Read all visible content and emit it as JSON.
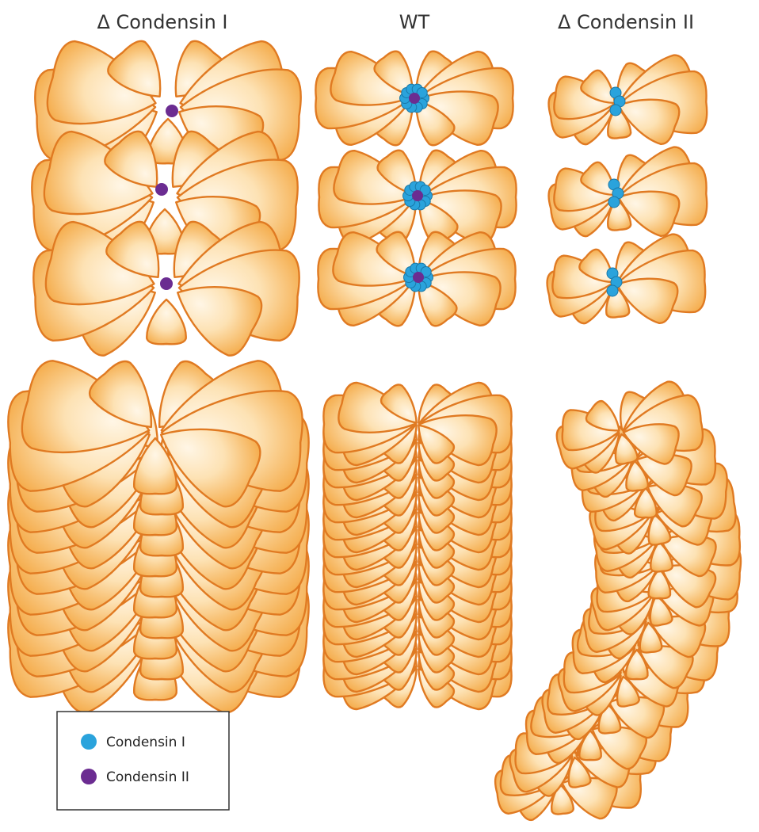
{
  "columns": [
    {
      "id": "delta-condensin-1",
      "title": "Δ Condensin I"
    },
    {
      "id": "wt",
      "title": "WT"
    },
    {
      "id": "delta-condensin-2",
      "title": "Δ Condensin II"
    }
  ],
  "legend": {
    "items": [
      {
        "label": "Condensin I",
        "color": "#2aa3dc"
      },
      {
        "label": "Condensin II",
        "color": "#6b2c91"
      }
    ]
  },
  "colors": {
    "loop_fill_edge": "#f3a33a",
    "loop_fill_center": "#fff6e6",
    "loop_stroke": "#e07a22",
    "condensin_1": "#2aa3dc",
    "condensin_1_stroke": "#1a78a8",
    "condensin_2": "#6b2c91"
  }
}
